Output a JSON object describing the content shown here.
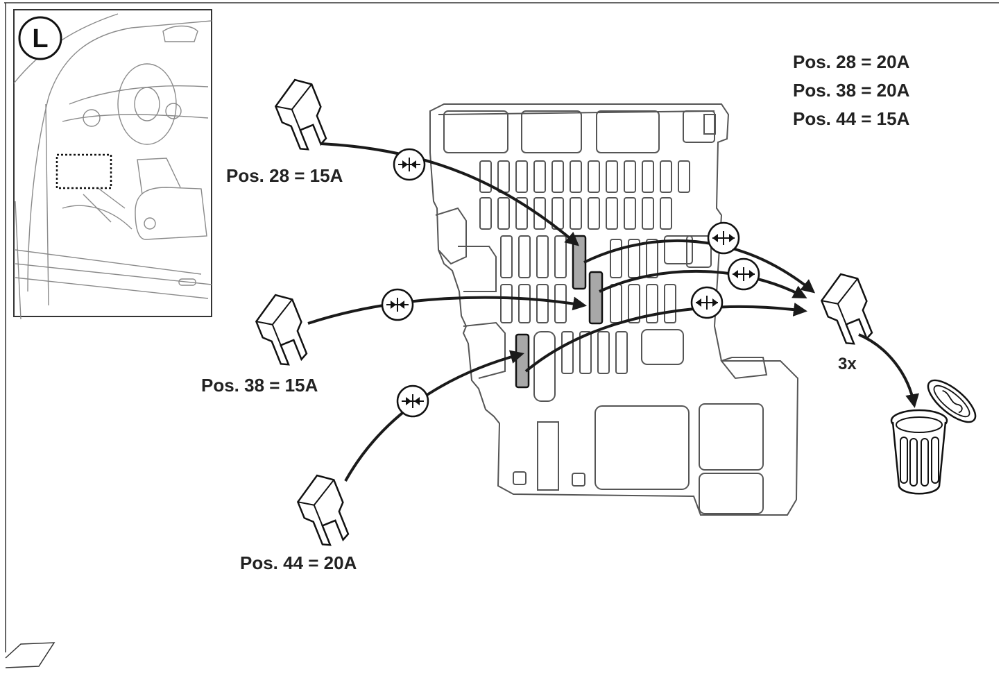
{
  "inset": {
    "badge_letter": "L"
  },
  "spec_list": [
    {
      "text": "Pos. 28 = 20A"
    },
    {
      "text": "Pos. 38 = 20A"
    },
    {
      "text": "Pos. 44 = 15A"
    }
  ],
  "old_fuses": [
    {
      "text": "Pos. 28 = 15A"
    },
    {
      "text": "Pos. 38 = 15A"
    },
    {
      "text": "Pos. 44 = 20A"
    }
  ],
  "discard": {
    "count_label": "3x"
  },
  "colors": {
    "line": "#1a1a1a",
    "highlight_slot": "#a8a8a8",
    "outline": "#555555"
  }
}
